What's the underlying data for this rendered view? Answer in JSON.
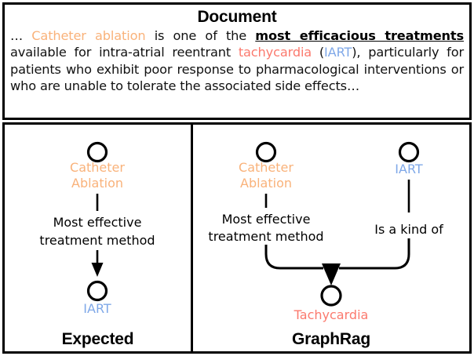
{
  "document": {
    "title": "Document",
    "segments": [
      {
        "text": "… ",
        "style": "plain"
      },
      {
        "text": "Catheter ablation",
        "style": "orange"
      },
      {
        "text": " is one of the ",
        "style": "plain"
      },
      {
        "text": "most efficacious treatments",
        "style": "bold-underline"
      },
      {
        "text": " available for intra-atrial reentrant ",
        "style": "plain"
      },
      {
        "text": "tachycardia",
        "style": "red"
      },
      {
        "text": " (",
        "style": "plain"
      },
      {
        "text": "IART",
        "style": "blue"
      },
      {
        "text": "), particularly for patients who exhibit poor response to pharmacological interventions or who are unable to tolerate the associated side effects…",
        "style": "plain"
      }
    ],
    "full_text": "… Catheter ablation is one of the most efficacious treatments available for intra-atrial reentrant tachycardia (IART), particularly for patients who exhibit poor response to pharmacological interventions or who are unable to tolerate the associated side effects…"
  },
  "colors": {
    "orange": "#f9b27a",
    "red": "#fb7a6e",
    "blue": "#7fa8e8",
    "black": "#000000",
    "background": "#ffffff"
  },
  "panels": [
    {
      "id": "expected",
      "caption": "Expected",
      "nodes": [
        {
          "id": "catheter-ablation",
          "label_line1": "Catheter",
          "label_line2": "Ablation",
          "color": "orange"
        },
        {
          "id": "iart",
          "label_line1": "IART",
          "label_line2": "",
          "color": "blue"
        }
      ],
      "edges": [
        {
          "id": "most-effective",
          "source": "catheter-ablation",
          "target": "iart",
          "label_line1": "Most effective",
          "label_line2": "treatment method"
        }
      ]
    },
    {
      "id": "graphrag",
      "caption": "GraphRag",
      "nodes": [
        {
          "id": "catheter-ablation",
          "label_line1": "Catheter",
          "label_line2": "Ablation",
          "color": "orange"
        },
        {
          "id": "iart",
          "label_line1": "IART",
          "label_line2": "",
          "color": "blue"
        },
        {
          "id": "tachycardia",
          "label_line1": "Tachycardia",
          "label_line2": "",
          "color": "red"
        }
      ],
      "edges": [
        {
          "id": "most-effective",
          "source": "catheter-ablation",
          "target": "tachycardia",
          "label_line1": "Most effective",
          "label_line2": "treatment method"
        },
        {
          "id": "is-a-kind-of",
          "source": "iart",
          "target": "tachycardia",
          "label_line1": "Is a kind of",
          "label_line2": ""
        }
      ]
    }
  ]
}
